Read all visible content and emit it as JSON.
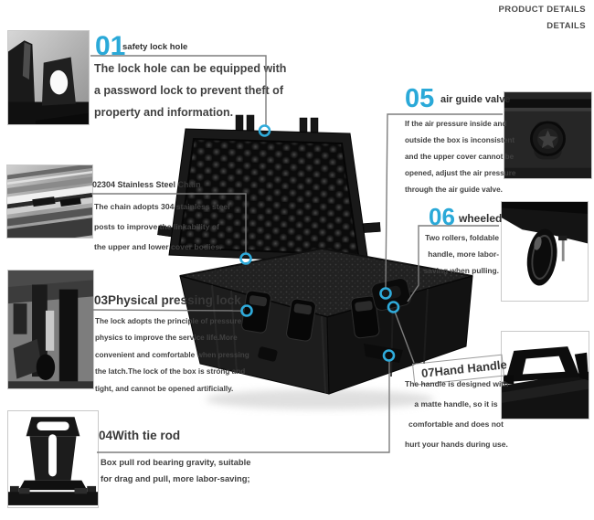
{
  "colors": {
    "accent": "#2aa9d8",
    "connector": "#7d7d7d",
    "text": "#414141"
  },
  "header": {
    "title": "PRODUCT DETAILS",
    "subtitle": "DETAILS"
  },
  "sections": [
    {
      "number": "01",
      "label": "safety lock hole",
      "lines": [
        "The lock hole can be equipped with",
        "a password lock to prevent theft of",
        "property and information."
      ]
    },
    {
      "heading": "02304 Stainless Steel Chain",
      "lines": [
        "The chain adopts 304 stainless steel",
        "posts to improve the linkability of",
        "the upper and lower cover bodies."
      ]
    },
    {
      "heading": "03Physical pressing lock",
      "lines": [
        "The lock adopts the principle of pressure",
        "physics to improve the service life.More",
        "convenient and comfortable when pressing",
        "the latch.The lock of the box is strong and",
        "tight, and cannot be opened artificially."
      ]
    },
    {
      "heading": "04With tie rod",
      "lines": [
        "Box pull rod bearing gravity, suitable",
        "for drag and pull, more labor-saving;"
      ]
    },
    {
      "number": "05",
      "label": "air guide valve",
      "lines": [
        "If the air pressure inside and",
        "outside the box is inconsistent",
        "and the upper cover cannot be",
        "opened, adjust the air pressure",
        "through the air guide valve."
      ]
    },
    {
      "number": "06",
      "label": "wheeled",
      "lines": [
        "Two rollers, foldable",
        "handle, more labor-",
        "saving when pulling."
      ]
    },
    {
      "heading": "07Hand Handle",
      "lines": [
        "The handle is designed with",
        "a matte handle, so it is",
        "comfortable and does not",
        "hurt your hands during use."
      ]
    }
  ],
  "photos": [
    "safety-lock-hole",
    "stainless-steel-chain",
    "pressing-lock",
    "tie-rod",
    "air-guide-valve",
    "wheel",
    "hand-handle"
  ]
}
